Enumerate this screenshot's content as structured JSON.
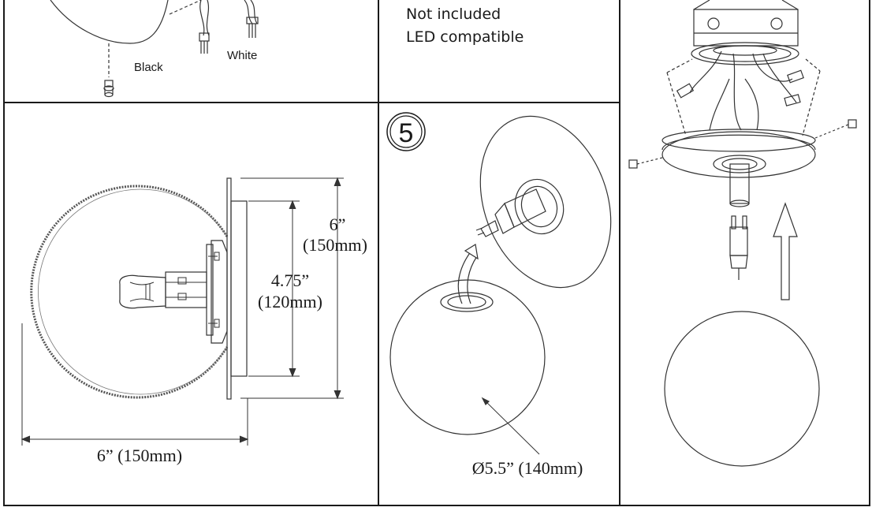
{
  "wire_labels": {
    "black": "Black",
    "white": "White"
  },
  "notes": {
    "line1": "Not included",
    "line2": "LED compatible"
  },
  "dimensions": {
    "backplate_height": "6”",
    "backplate_height_metric": "(150mm)",
    "inner_height": "4.75”",
    "inner_height_metric": "(120mm)",
    "globe_depth": "6” (150mm)",
    "globe_diameter": "Ø5.5” (140mm)"
  },
  "step_number": "5"
}
